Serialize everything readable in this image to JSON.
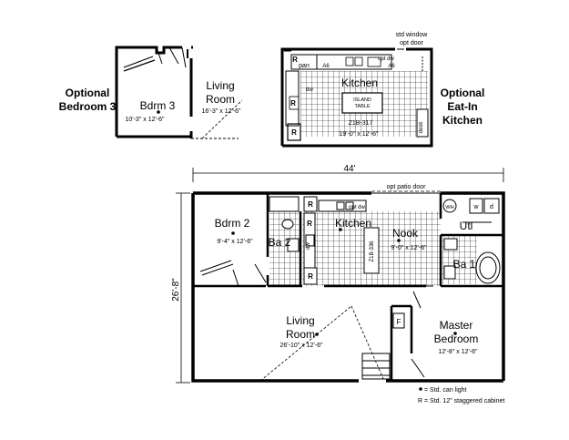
{
  "optional_bedroom": {
    "title_line1": "Optional",
    "title_line2": "Bedroom 3",
    "room_name": "Bdrm 3",
    "room_size": "10'-3\" x 12'-6\"",
    "living_line1": "Living",
    "living_line2": "Room",
    "living_size": "16'-3\" x 12'-6\""
  },
  "optional_kitchen": {
    "title_line1": "Optional",
    "title_line2": "Eat-In",
    "title_line3": "Kitchen",
    "note_window": "std window",
    "note_door": "opt door",
    "pan": "pan",
    "a6_left": "A6",
    "a6_right": "A6",
    "opt_dw": "opt dw",
    "dw": "dw",
    "r1": "R",
    "r2": "R",
    "r3": "R",
    "room_name": "Kitchen",
    "island_line1": "ISLAND",
    "island_line2": "TABLE",
    "room_code": "Z1B-317",
    "room_size": "19'-0\" x 12'-6\"",
    "desk": "desk"
  },
  "main_plan": {
    "overall_width": "44'",
    "overall_depth": "26'-8\"",
    "opt_patio_door": "opt patio door",
    "bedroom2_name": "Bdrm 2",
    "bedroom2_size": "9'-4\" x 12'-6\"",
    "bath2": "Ba 2",
    "kitchen_name": "Kitchen",
    "kitchen_code": "Z1B-336",
    "opt_dw": "opt dw",
    "dw": "dw",
    "r_a": "R",
    "r_b": "R",
    "r_c": "R",
    "nook_name": "Nook",
    "nook_size": "9'-0\" x 12'-6\"",
    "wh": "WH",
    "w": "w",
    "d": "d",
    "utility": "Utl",
    "bath1": "Ba 1",
    "living_line1": "Living",
    "living_line2": "Room",
    "living_size": "26'-10\" x 12'-6\"",
    "master_line1": "Master",
    "master_line2": "Bedroom",
    "master_size": "12'-8\" x 12'-6\"",
    "closet_f": "F"
  },
  "legend": {
    "can_light": "= Std. can light",
    "cabinet": "R = Std. 12\" staggered cabinet"
  }
}
